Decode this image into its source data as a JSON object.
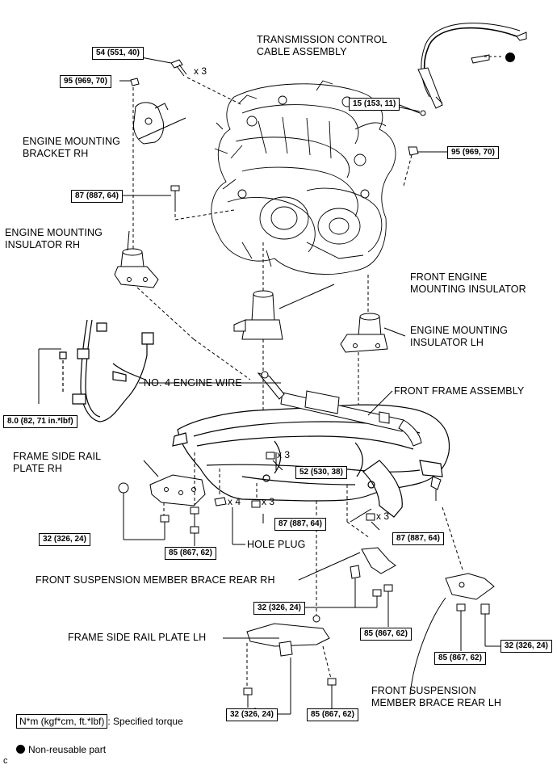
{
  "labels": {
    "transmission_cable": [
      "TRANSMISSION CONTROL",
      "CABLE ASSEMBLY"
    ],
    "engine_mount_bracket_rh": [
      "ENGINE MOUNTING",
      "BRACKET RH"
    ],
    "engine_mount_insulator_rh": [
      "ENGINE MOUNTING",
      "INSULATOR RH"
    ],
    "front_engine_mount_insulator": [
      "FRONT ENGINE",
      "MOUNTING INSULATOR"
    ],
    "engine_mount_insulator_lh": [
      "ENGINE MOUNTING",
      "INSULATOR LH"
    ],
    "engine_wire": "NO. 4 ENGINE WIRE",
    "front_frame": "FRONT FRAME ASSEMBLY",
    "frame_side_rail_rh": [
      "FRAME SIDE RAIL",
      "PLATE RH"
    ],
    "hole_plug": "HOLE PLUG",
    "brace_rear_rh": "FRONT SUSPENSION MEMBER BRACE REAR RH",
    "frame_side_rail_lh": "FRAME SIDE RAIL PLATE LH",
    "brace_rear_lh": [
      "FRONT SUSPENSION",
      "MEMBER BRACE REAR LH"
    ]
  },
  "torques": {
    "t_54": "54 (551, 40)",
    "t_95_left": "95 (969, 70)",
    "t_15": "15 (153, 11)",
    "t_95_right": "95 (969, 70)",
    "t_87_left": "87 (887, 64)",
    "t_8": "8.0 (82, 71 in.*lbf)",
    "t_52": "52 (530, 38)",
    "t_32_rh": "32 (326, 24)",
    "t_87_center": "87 (887, 64)",
    "t_87_right": "87 (887, 64)",
    "t_85_rh": "85 (867, 62)",
    "t_32_brace_rh": "32 (326, 24)",
    "t_85_brace_rh": "85 (867, 62)",
    "t_32_brace_lh": "32 (326, 24)",
    "t_85_brace_lh": "85 (867, 62)",
    "t_32_lh": "32 (326, 24)",
    "t_85_lh": "85 (867, 62)"
  },
  "quantities": {
    "q_bolt_top": "x 3",
    "q_nut_52": "x 3",
    "q_plug": "x 4",
    "q_nut_87c": "x 3",
    "q_nut_87r": "x 3"
  },
  "legend": {
    "torque_key": "N*m (kgf*cm, ft.*lbf)",
    "torque_text": ": Specified torque",
    "nonreusable": "Non-reusable part"
  },
  "corner_letter": "c"
}
